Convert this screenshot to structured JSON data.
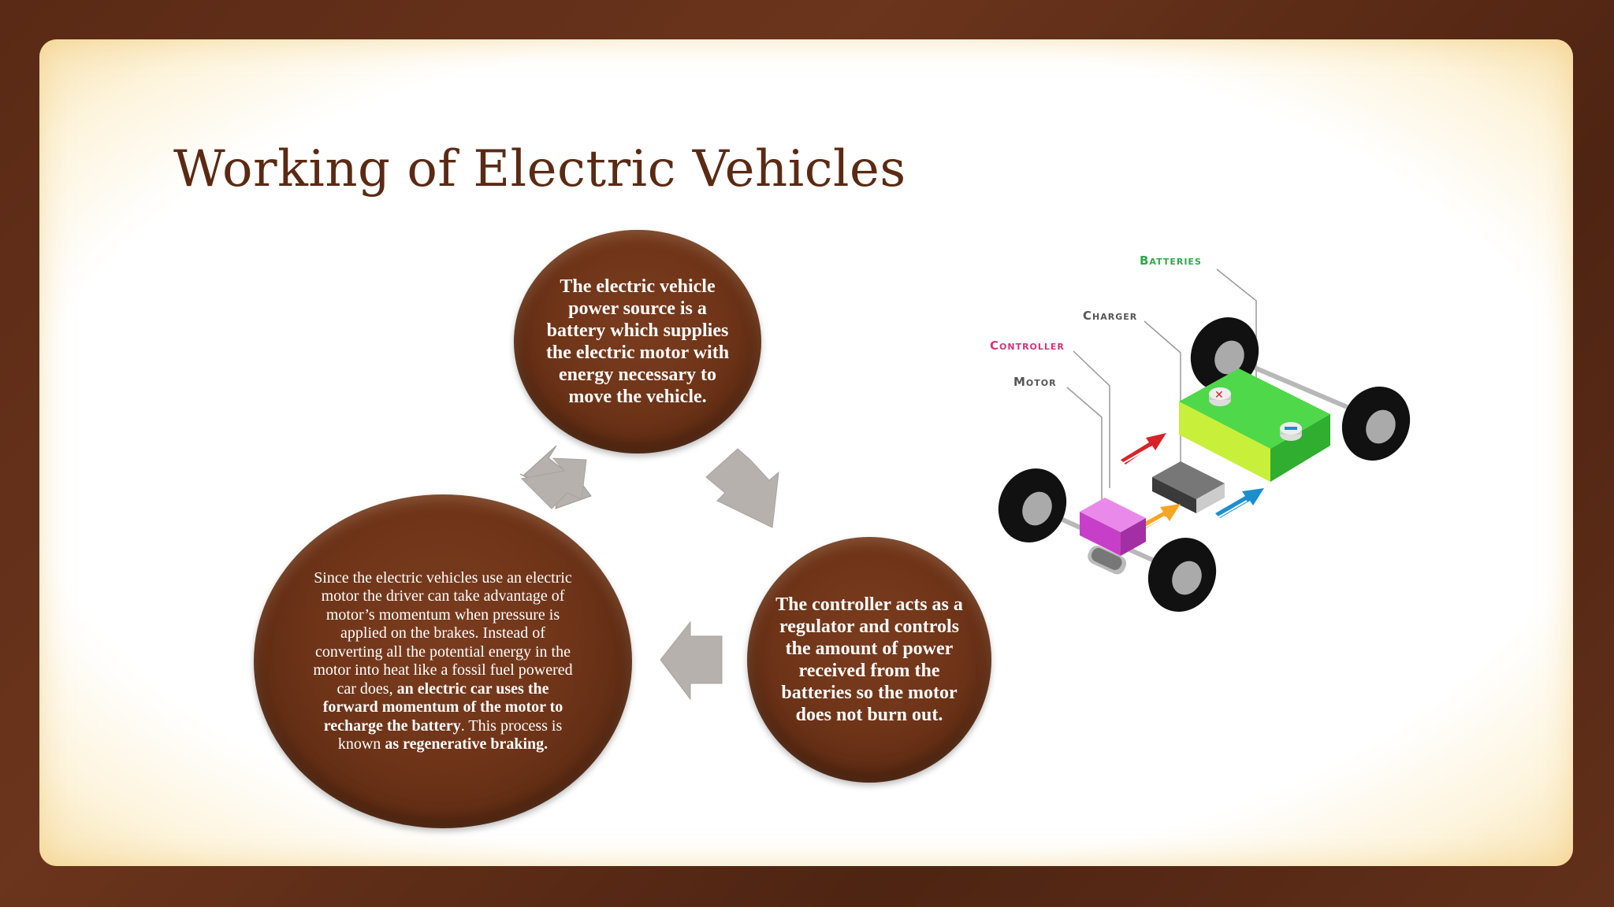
{
  "slide": {
    "title": "Working of Electric Vehicles"
  },
  "cycle": {
    "top_text": "The electric vehicle power source is a battery which supplies the electric motor with energy necessary to move the vehicle.",
    "right_text": "The controller acts as a regulator and controls the amount of power received from the batteries so the motor does not burn out.",
    "left_text_part1": "Since the electric vehicles use an electric motor the driver can take advantage of motor’s momentum when pressure is applied on the brakes. Instead of converting all the potential energy in the motor into heat like a fossil fuel powered car does, ",
    "left_text_bold1": "an electric car uses the forward momentum of the motor to recharge the battery",
    "left_text_part2": ". This process is known ",
    "left_text_bold2": "as regenerative braking."
  },
  "car_diagram": {
    "labels": {
      "batteries": "Batteries",
      "charger": "Charger",
      "controller": "Controller",
      "motor": "Motor"
    },
    "colors": {
      "batteries": "#2eaa4a",
      "charger": "#555555",
      "controller": "#d6337a",
      "motor": "#555555",
      "arrow_controller": "#d8222a",
      "arrow_motor": "#f5a623",
      "arrow_charger": "#1a8fd0",
      "battery_body": "#3fcf3a",
      "motor_body": "#d65ad8"
    }
  },
  "colors": {
    "title": "#5b2a14",
    "circle": "#703519",
    "arrow": "#b7b1ae",
    "frame": "#5a2a16"
  }
}
